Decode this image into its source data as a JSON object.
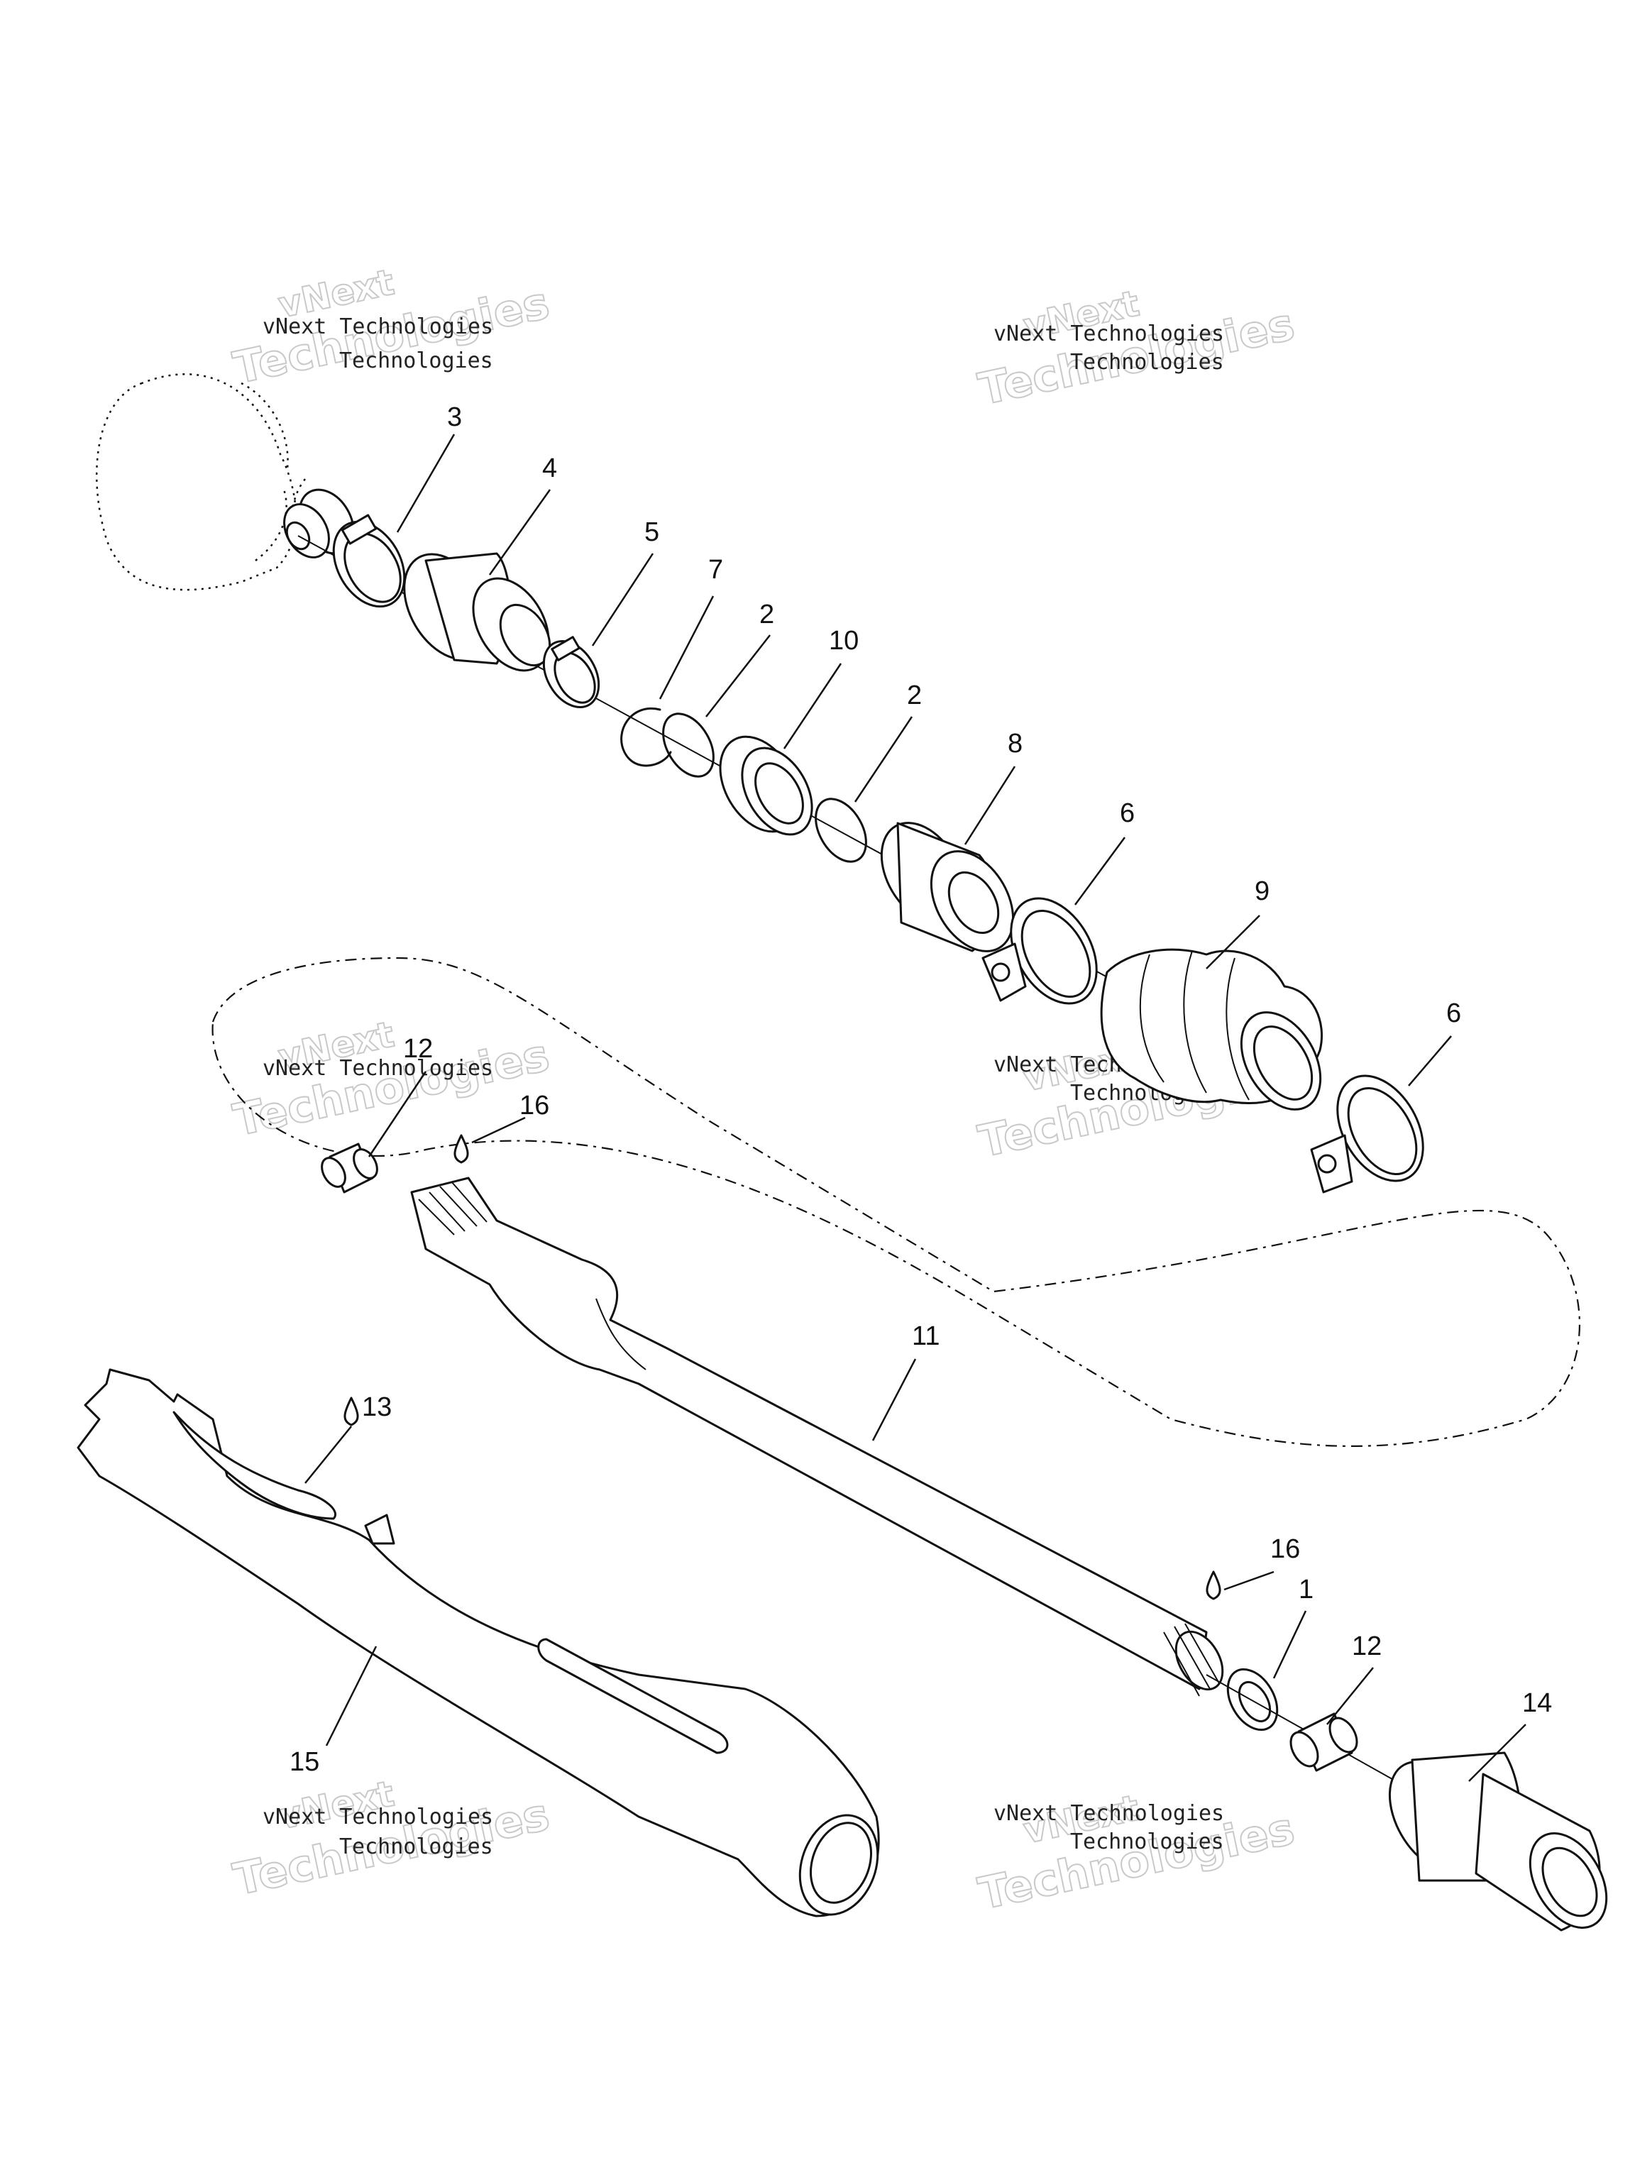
{
  "watermark": {
    "line1": "vNext Technologies",
    "word_a": "vNext",
    "word_b": "Technologies"
  },
  "callouts": {
    "c1": "1",
    "c2a": "2",
    "c2b": "2",
    "c3": "3",
    "c4": "4",
    "c5": "5",
    "c6a": "6",
    "c6b": "6",
    "c7": "7",
    "c8": "8",
    "c9": "9",
    "c10": "10",
    "c11": "11",
    "c12a": "12",
    "c12b": "12",
    "c13": "13",
    "c14": "14",
    "c15": "15",
    "c16a": "16",
    "c16b": "16"
  },
  "icons": {
    "lubricant": "oil-drop-icon"
  }
}
